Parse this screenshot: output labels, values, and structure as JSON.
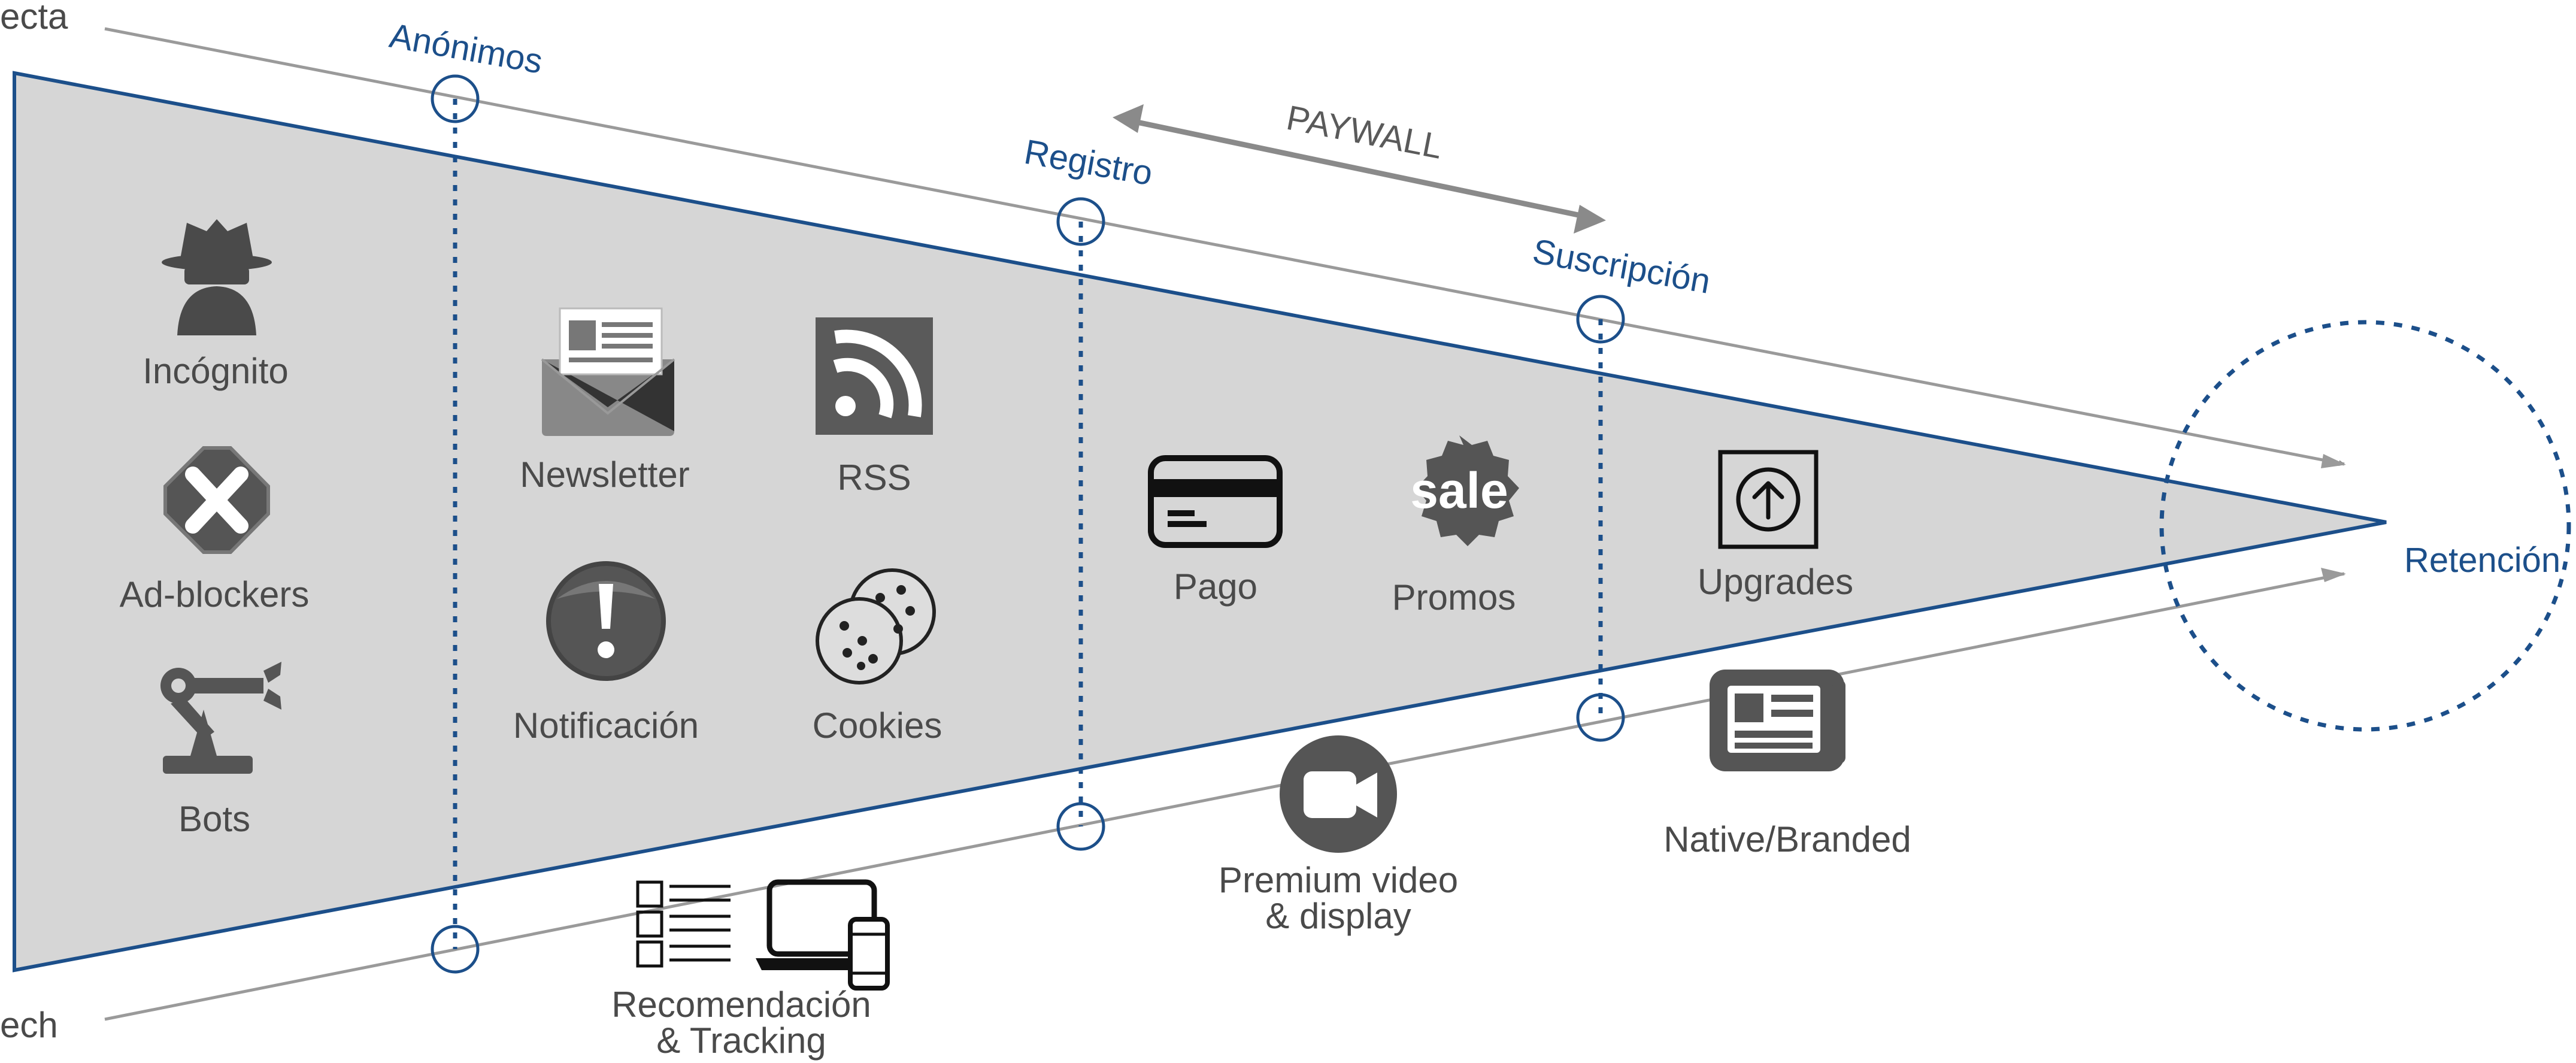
{
  "edges": {
    "top": "ecta",
    "bottom": "ech"
  },
  "stages": {
    "anonymous": "Anónimos",
    "registration": "Registro",
    "subscription": "Suscripción",
    "retention": "Retención"
  },
  "paywall": "PAYWALL",
  "items": {
    "incognito": "Incógnito",
    "adblockers": "Ad-blockers",
    "bots": "Bots",
    "newsletter": "Newsletter",
    "rss": "RSS",
    "notification": "Notificación",
    "cookies": "Cookies",
    "payment": "Pago",
    "promos": "Promos",
    "sale_badge": "sale",
    "upgrades": "Upgrades",
    "premium_line1": "Premium video",
    "premium_line2": "& display",
    "native": "Native/Branded",
    "reco_line1": "Recomendación",
    "reco_line2": "& Tracking"
  },
  "colors": {
    "funnel_fill": "#d6d6d6",
    "accent_blue": "#1c4f8a",
    "gray_text": "#4a4a4a",
    "arrow_gray": "#8a8a8a"
  }
}
